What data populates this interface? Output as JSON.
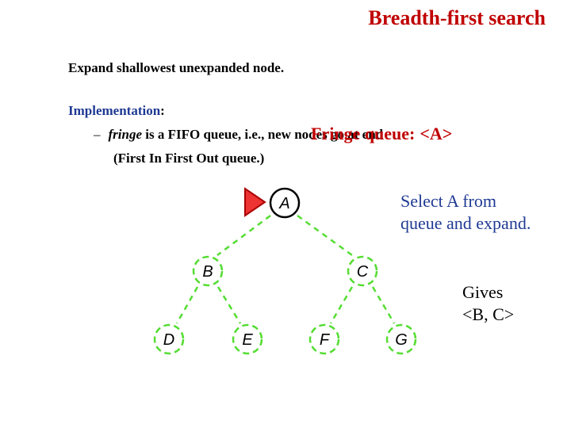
{
  "title": "Breadth-first search",
  "line1": "Expand shallowest unexpanded node.",
  "implementation": {
    "label": "Implementation",
    "colon": ":",
    "dash": "–",
    "fringe_word": "fringe",
    "bullet_rest": " is a FIFO queue, i.e., new nodes go at end",
    "fifo_note": "(First In First Out queue.)"
  },
  "fringe_queue": {
    "label": "Fringe queue:",
    "value": "<A>"
  },
  "note_select": [
    "Select A from",
    "queue and expand."
  ],
  "note_gives": [
    "Gives",
    "<B, C>"
  ],
  "tree": {
    "nodes": [
      "A",
      "B",
      "C",
      "D",
      "E",
      "F",
      "G"
    ],
    "active_color": "#ff4444",
    "inactive_color": "#55dd33",
    "pointer_color": "#ee3333"
  }
}
